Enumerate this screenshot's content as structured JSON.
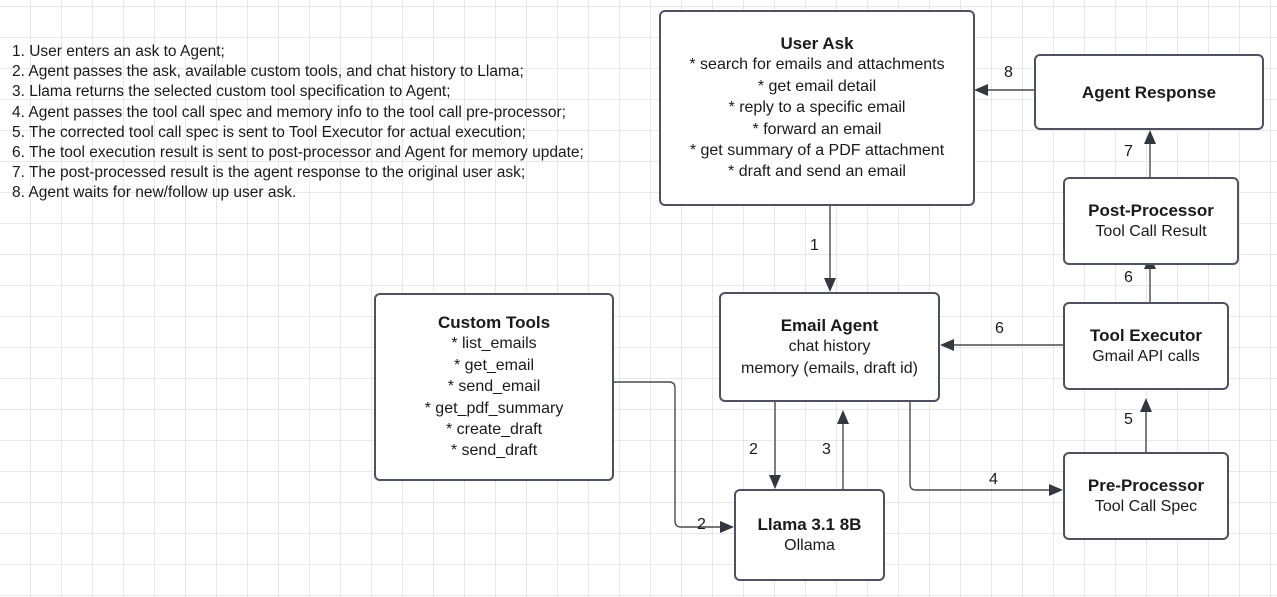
{
  "legend": {
    "steps": [
      "1. User enters an ask to Agent;",
      "2. Agent passes the ask, available custom tools, and chat history to Llama;",
      "3. Llama returns the selected custom tool specification to Agent;",
      "4. Agent passes the tool call spec and memory info to the tool call pre-processor;",
      "5. The corrected tool call spec is sent to Tool Executor for actual execution;",
      "6. The tool execution result is sent to post-processor and Agent for memory update;",
      "7. The post-processed result is the agent response to the original user ask;",
      "8. Agent waits for new/follow up user ask."
    ]
  },
  "nodes": {
    "user_ask": {
      "title": "User Ask",
      "lines": [
        "* search for emails and attachments",
        "* get email detail",
        "* reply to a specific email",
        "* forward an email",
        "* get summary of a PDF attachment",
        "* draft and send an email"
      ]
    },
    "custom_tools": {
      "title": "Custom Tools",
      "lines": [
        "* list_emails",
        "* get_email",
        "* send_email",
        "* get_pdf_summary",
        "* create_draft",
        "* send_draft"
      ]
    },
    "email_agent": {
      "title": "Email Agent",
      "lines": [
        "chat history",
        "memory (emails, draft id)"
      ]
    },
    "llama": {
      "title": "Llama 3.1 8B",
      "lines": [
        "Ollama"
      ]
    },
    "agent_response": {
      "title": "Agent Response",
      "lines": []
    },
    "post_processor": {
      "title": "Post-Processor",
      "lines": [
        "Tool Call Result"
      ]
    },
    "tool_executor": {
      "title": "Tool Executor",
      "lines": [
        "Gmail API calls"
      ]
    },
    "pre_processor": {
      "title": "Pre-Processor",
      "lines": [
        "Tool Call Spec"
      ]
    }
  },
  "edges": {
    "user_ask_to_email_agent": "1",
    "email_agent_to_llama": "2",
    "custom_tools_to_llama": "2",
    "llama_to_email_agent": "3",
    "email_agent_to_pre_processor": "4",
    "pre_processor_to_tool_executor": "5",
    "tool_executor_to_email_agent": "6",
    "tool_executor_to_post_processor": "6",
    "post_processor_to_agent_response": "7",
    "agent_response_to_user_ask": "8"
  },
  "colors": {
    "node_border": "#4c5260",
    "wire": "#4a4a4a",
    "text": "#1a1a1a",
    "grid_minor": "#e8e8e8",
    "grid_major": "#d5d5d5",
    "background": "#ffffff"
  }
}
